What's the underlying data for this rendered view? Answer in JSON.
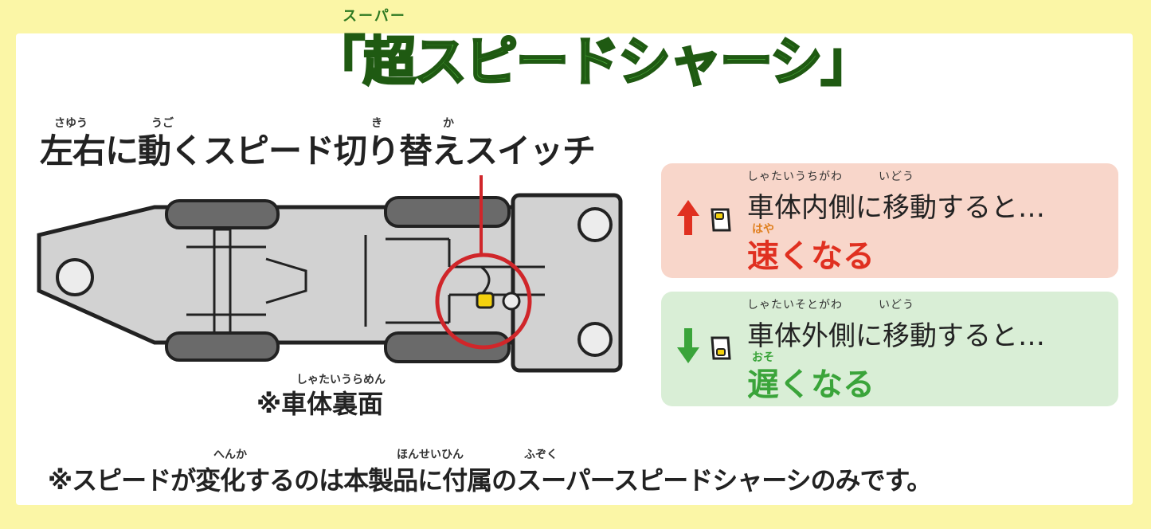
{
  "title": {
    "text": "「超スピードシャーシ」",
    "furigana": "スーパー"
  },
  "switch_heading": {
    "text": "左右に動くスピード切り替えスイッチ",
    "furigana_sayuu": "さゆう",
    "furigana_ugo": "うご",
    "furigana_ki": "き",
    "furigana_ka": "か"
  },
  "caption": {
    "text": "※車体裏面",
    "furigana": "しゃたいうらめん"
  },
  "fast_box": {
    "furigana_line1": "しゃたいうちがわ　　　いどう",
    "line1": "車体内側に移動すると…",
    "furigana_line2": "はや",
    "line2": "速くなる"
  },
  "slow_box": {
    "furigana_line1": "しゃたいそとがわ　　　いどう",
    "line1": "車体外側に移動すると…",
    "furigana_line2": "おそ",
    "line2": "遅くなる"
  },
  "footnote": {
    "text": "※スピードが変化するのは本製品に付属のスーパースピードシャーシのみです。",
    "furigana_henka": "へんか",
    "furigana_honseihin": "ほんせいひん",
    "furigana_fuzoku": "ふぞく"
  },
  "colors": {
    "background": "#fbf6a6",
    "title_green": "#4aaa3a",
    "fast_red": "#e03020",
    "slow_green": "#3aa43a",
    "highlight_circle": "#d0262a"
  }
}
